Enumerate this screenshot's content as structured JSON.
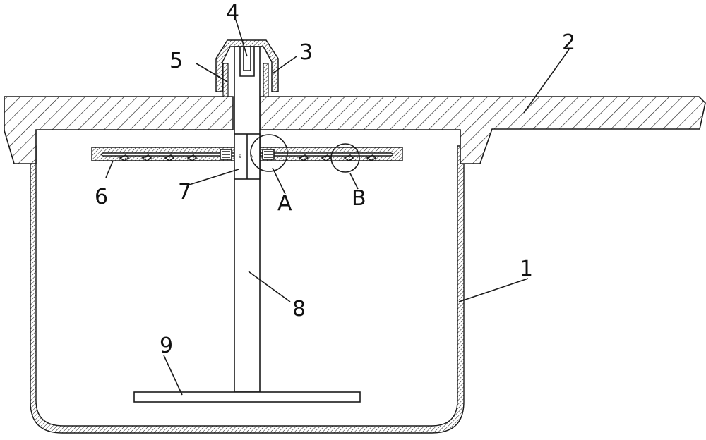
{
  "labels": {
    "pot_body": "1",
    "handle_lid": "2",
    "cap": "3",
    "shaft_top": "4",
    "sleeve": "5",
    "ring_housing": "6",
    "magnet_block": "7",
    "shaft": "8",
    "stirrer_plate": "9",
    "detail_a": "A",
    "detail_b": "B"
  },
  "magnet_marks": {
    "left": "S",
    "right": "N"
  }
}
